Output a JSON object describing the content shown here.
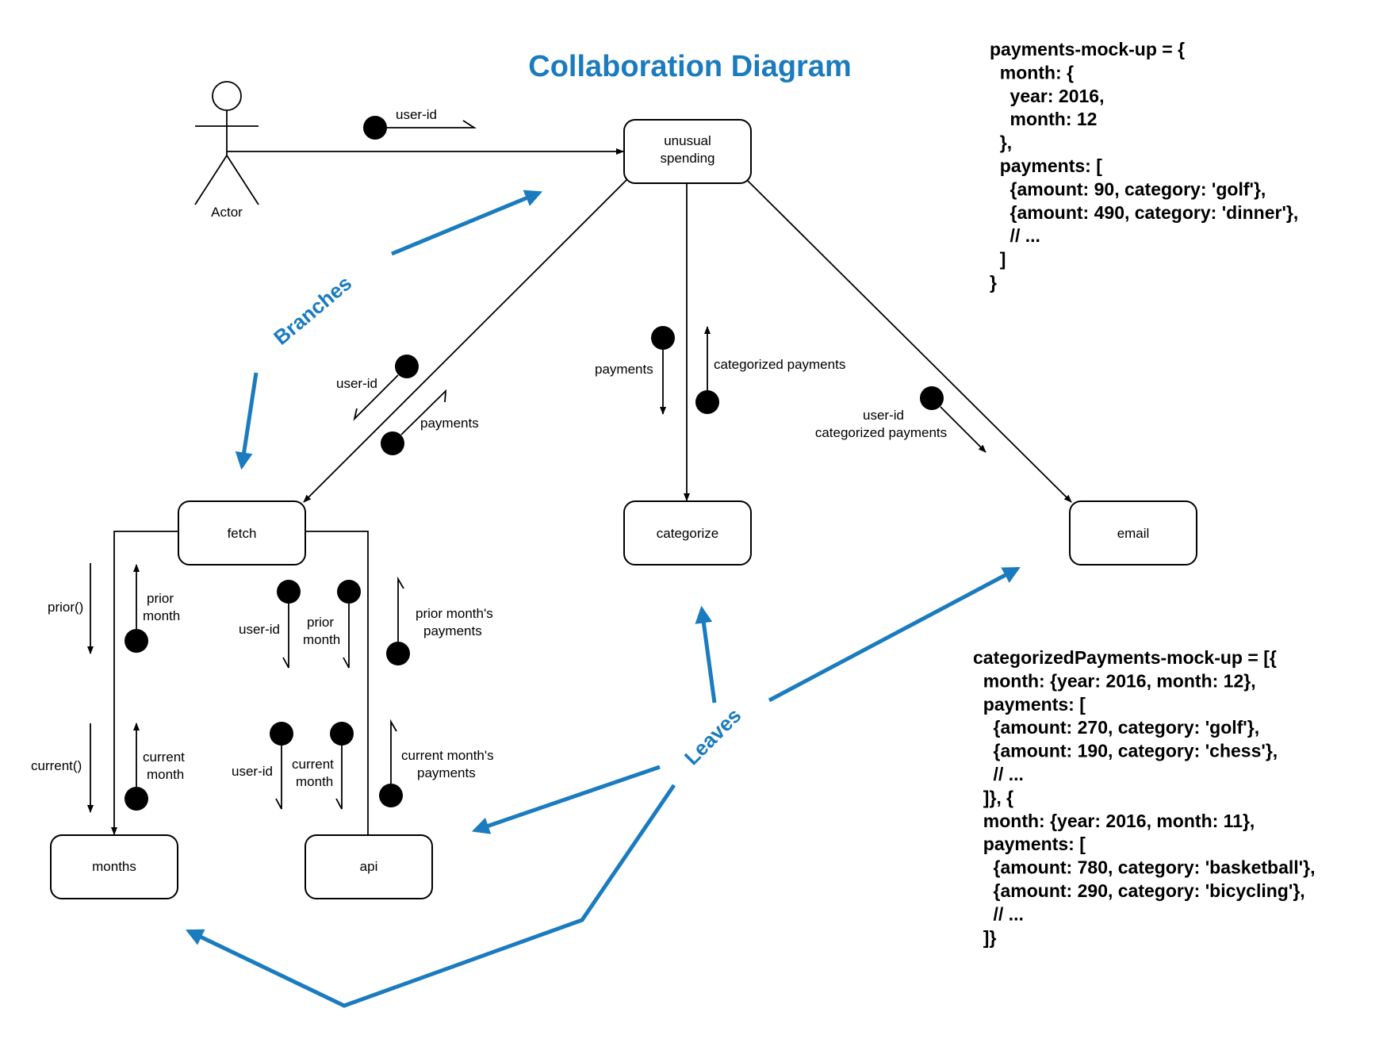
{
  "title": "Collaboration Diagram",
  "actor": "Actor",
  "nodes": {
    "unusual_spending": [
      "unusual",
      "spending"
    ],
    "fetch": "fetch",
    "categorize": "categorize",
    "email": "email",
    "months": "months",
    "api": "api"
  },
  "messages": {
    "actor_user_id": "user-id",
    "fetch_user_id": "user-id",
    "fetch_payments": "payments",
    "cat_payments": "payments",
    "cat_categorized": "categorized payments",
    "email_user_id": "user-id",
    "email_categorized": "categorized payments",
    "prior_call": "prior()",
    "prior_month": [
      "prior",
      "month"
    ],
    "current_call": "current()",
    "current_month": [
      "current",
      "month"
    ],
    "api_user_id_1": "user-id",
    "api_prior_month": [
      "prior",
      "month"
    ],
    "api_prior_payments": [
      "prior month's",
      "payments"
    ],
    "api_user_id_2": "user-id",
    "api_current_month": [
      "current",
      "month"
    ],
    "api_current_payments": [
      "current month's",
      "payments"
    ]
  },
  "annotations": {
    "branches": "Branches",
    "leaves": "Leaves"
  },
  "colors": {
    "accent": "#1a7bbf"
  },
  "code_blocks": {
    "payments_mock": [
      "payments-mock-up = {",
      "  month: {",
      "    year: 2016,",
      "    month: 12",
      "  },",
      "  payments: [",
      "    {amount: 90, category: 'golf'},",
      "    {amount: 490, category: 'dinner'},",
      "    // ...",
      "  ]",
      "}"
    ],
    "categorized_mock": [
      "categorizedPayments-mock-up = [{",
      "  month: {year: 2016, month: 12},",
      "  payments: [",
      "    {amount: 270, category: 'golf'},",
      "    {amount: 190, category: 'chess'},",
      "    // ...",
      "  ]}, {",
      "  month: {year: 2016, month: 11},",
      "  payments: [",
      "    {amount: 780, category: 'basketball'},",
      "    {amount: 290, category: 'bicycling'},",
      "    // ...",
      "  ]}"
    ]
  }
}
